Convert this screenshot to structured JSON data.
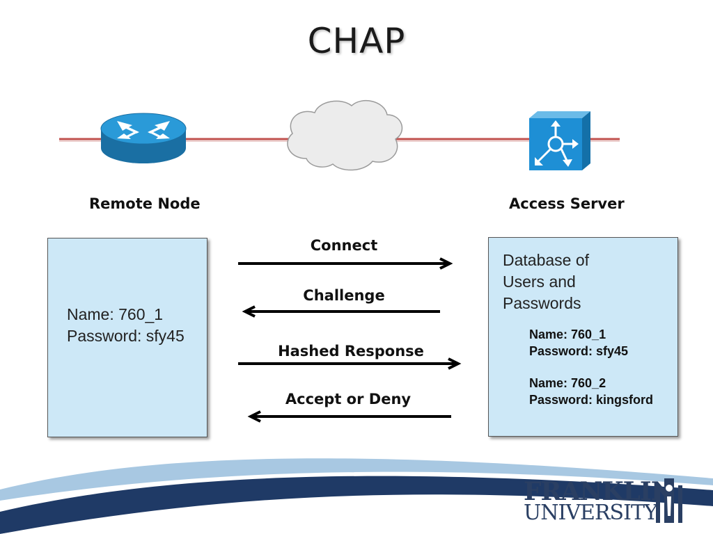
{
  "slide": {
    "title": "CHAP"
  },
  "topology": {
    "left_node": "Remote Node",
    "right_node": "Access Server",
    "link_color": "#c0504d",
    "router_color": "#1e88c8",
    "cloud_color": "#ececec",
    "router_icon": "router-icon",
    "cloud_icon": "cloud-icon",
    "server_icon": "access-server-icon"
  },
  "remote_panel": {
    "line1": "Name: 760_1",
    "line2": "Password: sfy45"
  },
  "server_panel": {
    "heading1": "Database of",
    "heading2": "Users and",
    "heading3": "Passwords",
    "records": [
      {
        "name": "Name: 760_1",
        "password": "Password: sfy45"
      },
      {
        "name": "Name: 760_2",
        "password": "Password: kingsford"
      }
    ]
  },
  "exchange": [
    {
      "label": "Connect",
      "direction": "right"
    },
    {
      "label": "Challenge",
      "direction": "left"
    },
    {
      "label": "Hashed Response",
      "direction": "right"
    },
    {
      "label": "Accept or Deny",
      "direction": "left"
    }
  ],
  "logo": {
    "line1": "FRANKLIN",
    "line2": "UNIVERSITY",
    "color": "#2a3f63"
  }
}
